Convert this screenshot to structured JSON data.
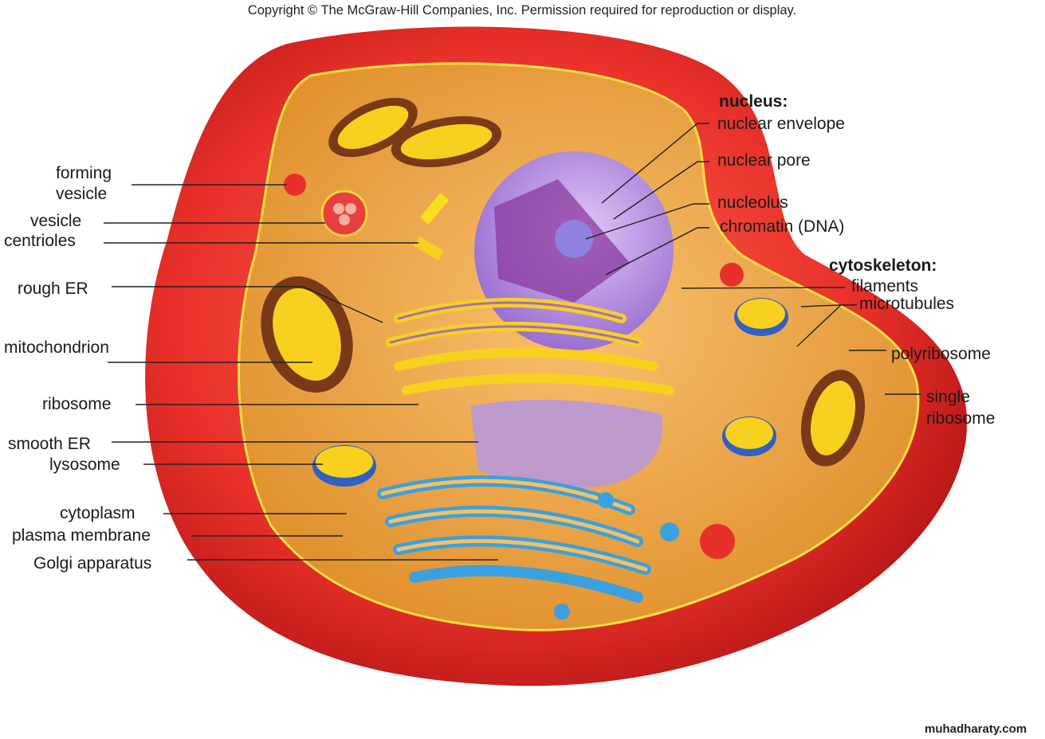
{
  "copyright": "Copyright © The McGraw-Hill Companies, Inc. Permission required for reproduction or display.",
  "watermark": "muhadharaty.com",
  "labels_left": {
    "forming_vesicle_1": "forming",
    "forming_vesicle_2": "vesicle",
    "vesicle": "vesicle",
    "centrioles": "centrioles",
    "rough_er": "rough ER",
    "mitochondrion": "mitochondrion",
    "ribosome": "ribosome",
    "smooth_er": "smooth ER",
    "lysosome": "lysosome",
    "cytoplasm": "cytoplasm",
    "plasma_membrane": "plasma membrane",
    "golgi": "Golgi apparatus"
  },
  "labels_right": {
    "nucleus_heading": "nucleus:",
    "nuclear_envelope": "nuclear envelope",
    "nuclear_pore": "nuclear pore",
    "nucleolus": "nucleolus",
    "chromatin": "chromatin (DNA)",
    "cytoskeleton_heading": "cytoskeleton:",
    "filaments": "filaments",
    "microtubules": "microtubules",
    "polyribosome": "polyribosome",
    "single_ribosome_1": "single",
    "single_ribosome_2": "ribosome"
  },
  "colors": {
    "membrane": "#e8302a",
    "cytoplasm": "#f0a040",
    "nucleus": "#b890e0",
    "er": "#f5c518",
    "golgi": "#3aa0e0"
  }
}
